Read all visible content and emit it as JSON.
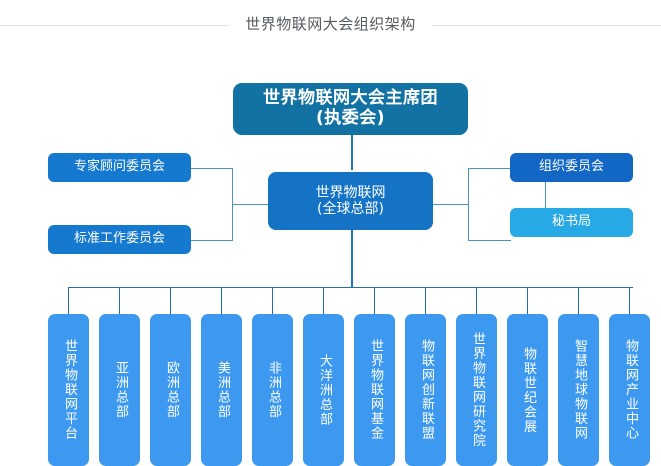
{
  "header": {
    "title": "世界物联网大会组织架构"
  },
  "colors": {
    "president": "#1272a3",
    "headquarters": "#1573c6",
    "side_committee": "#1479cf",
    "organizing": "#1266c4",
    "secretariat": "#27a9e5",
    "unit": "#3d99f0",
    "connector": "#1f6fa8",
    "rule": "#e3e3e3",
    "title_text": "#555a60"
  },
  "chart_data": {
    "type": "diagram",
    "title": "世界物联网大会组织架构",
    "root": {
      "label": "世界物联网大会主席团\n(执委会)",
      "line1": "世界物联网大会主席团",
      "line2": "(执委会)"
    },
    "center": {
      "label": "世界物联网\n(全球总部)",
      "line1": "世界物联网",
      "line2": "(全球总部)"
    },
    "left_branch": [
      {
        "label": "专家顾问委员会"
      },
      {
        "label": "标准工作委员会"
      }
    ],
    "right_branch": [
      {
        "label": "组织委员会"
      },
      {
        "label": "秘书局"
      }
    ],
    "units": [
      {
        "label": "世界物联网平台"
      },
      {
        "label": "亚洲总部"
      },
      {
        "label": "欧洲总部"
      },
      {
        "label": "美洲总部"
      },
      {
        "label": "非洲总部"
      },
      {
        "label": "大洋洲总部"
      },
      {
        "label": "世界物联网基金"
      },
      {
        "label": "物联网创新联盟"
      },
      {
        "label": "世界物联网研究院"
      },
      {
        "label": "物联世纪会展"
      },
      {
        "label": "智慧地球物联网"
      },
      {
        "label": "物联网产业中心"
      }
    ]
  }
}
